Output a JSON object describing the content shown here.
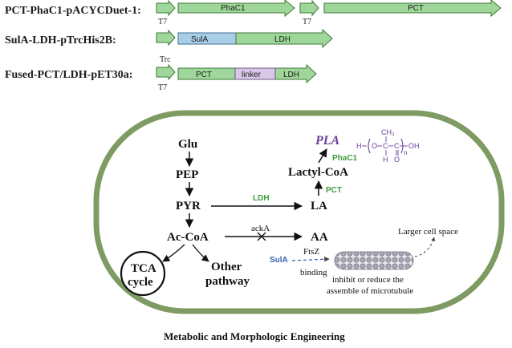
{
  "constructs": [
    {
      "label": "PCT-PhaC1-pACYCDuet-1:",
      "genes": [
        "PhaC1",
        "PCT"
      ],
      "promoters": [
        "T7",
        "T7"
      ]
    },
    {
      "label": "SulA-LDH-pTrcHis2B:",
      "genes": [
        "SulA",
        "LDH"
      ],
      "promoters": [
        "Trc"
      ]
    },
    {
      "label": "Fused-PCT/LDH-pET30a:",
      "genes": [
        "PCT",
        "linker",
        "LDH"
      ],
      "promoters": [
        "T7"
      ]
    }
  ],
  "pathway": {
    "metabolites": {
      "glu": "Glu",
      "pep": "PEP",
      "pyr": "PYR",
      "accoa": "Ac-CoA",
      "tca": "TCA",
      "cycle": "cycle",
      "other1": "Other",
      "other2": "pathway",
      "la": "LA",
      "aa": "AA",
      "lactyl": "Lactyl-CoA",
      "pla": "PLA"
    },
    "enzymes": {
      "ldh": "LDH",
      "acka": "ackA",
      "pct": "PCT",
      "phac1": "PhaC1",
      "sula": "SulA",
      "ftsz": "FtsZ"
    },
    "notes": {
      "binding": "binding",
      "inhibit": "inhibit  or  reduce the",
      "assemble": "assemble of microtubule",
      "cell_space": "Larger cell space"
    },
    "structure": {
      "ch3": "CH₃",
      "h_left": "H",
      "o1": "O",
      "c1": "C",
      "c2": "C",
      "o2": "O",
      "oh": "OH",
      "h_bottom": "H",
      "o_bottom": "O",
      "n": "n"
    }
  },
  "caption": "Metabolic and Morphologic  Engineering",
  "colors": {
    "gene_green": "#9fd79a",
    "gene_blue": "#a9cfe8",
    "linker": "#d9c8e8",
    "cell_border": "#7d9b62",
    "enzyme_green": "#3e9b3e",
    "sula_blue": "#3b62b0",
    "pla_purple": "#6a3f9a"
  }
}
